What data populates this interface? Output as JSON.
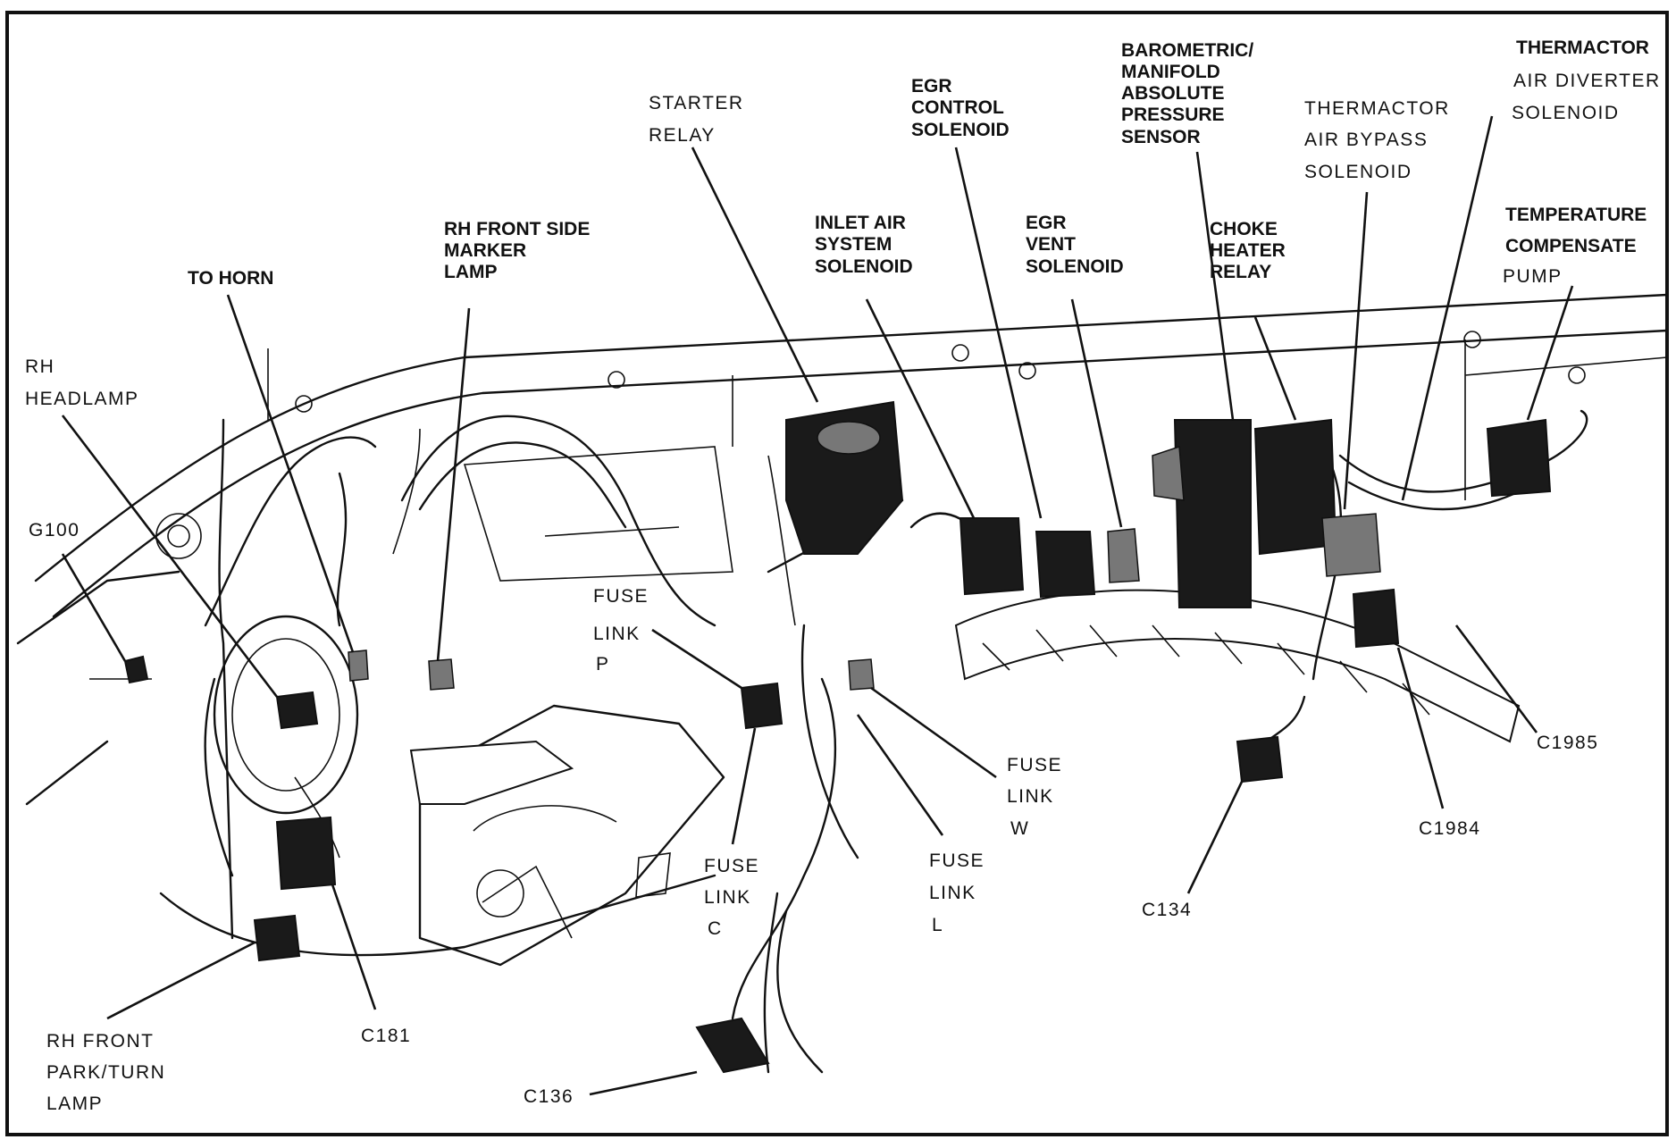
{
  "figure": {
    "labels": {
      "thermactor_air_diverter_solenoid": [
        "THERMACTOR",
        "AIR DIVERTER",
        "SOLENOID"
      ],
      "barometric_map_sensor": [
        "BAROMETRIC/",
        "MANIFOLD",
        "ABSOLUTE",
        "PRESSURE",
        "SENSOR"
      ],
      "egr_control_solenoid": [
        "EGR",
        "CONTROL",
        "SOLENOID"
      ],
      "starter_relay": [
        "STARTER",
        "RELAY"
      ],
      "thermactor_air_bypass_solenoid": [
        "THERMACTOR",
        "AIR BYPASS",
        "SOLENOID"
      ],
      "temperature_compensate_pump": [
        "TEMPERATURE",
        "COMPENSATE",
        "PUMP"
      ],
      "inlet_air_system_solenoid": [
        "INLET AIR",
        "SYSTEM",
        "SOLENOID"
      ],
      "egr_vent_solenoid": [
        "EGR",
        "VENT",
        "SOLENOID"
      ],
      "choke_heater_relay": [
        "CHOKE",
        "HEATER",
        "RELAY"
      ],
      "rh_front_side_marker_lamp": [
        "RH FRONT SIDE",
        "MARKER",
        "LAMP"
      ],
      "to_horn": [
        "TO HORN"
      ],
      "rh_headlamp": [
        "RH",
        "HEADLAMP"
      ],
      "g100": [
        "G100"
      ],
      "fuse_link_p": [
        "FUSE",
        "LINK",
        "P"
      ],
      "fuse_link_w": [
        "FUSE",
        "LINK",
        "W"
      ],
      "fuse_link_c": [
        "FUSE",
        "LINK",
        "C"
      ],
      "fuse_link_l": [
        "FUSE",
        "LINK",
        "L"
      ],
      "c1985": [
        "C1985"
      ],
      "c1984": [
        "C1984"
      ],
      "c134": [
        "C134"
      ],
      "c181": [
        "C181"
      ],
      "c136": [
        "C136"
      ],
      "rh_front_park_turn_lamp": [
        "RH FRONT",
        "PARK/TURN",
        "LAMP"
      ]
    }
  }
}
